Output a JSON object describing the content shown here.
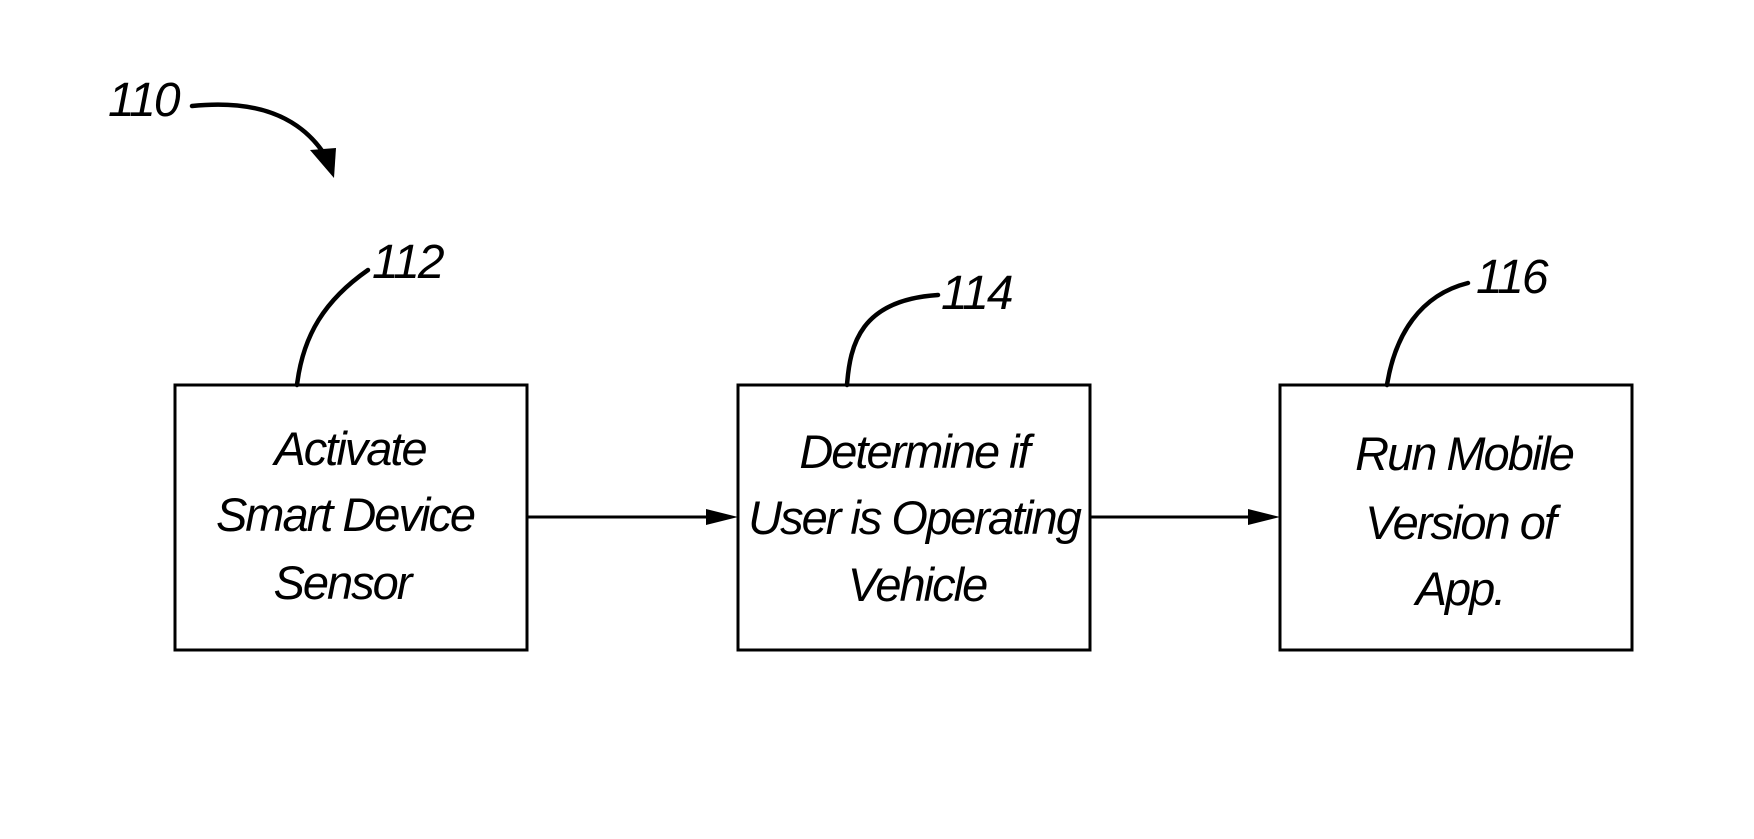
{
  "figure": {
    "ref": "110"
  },
  "steps": [
    {
      "ref": "112",
      "lines": [
        "Activate",
        "Smart Device",
        "Sensor"
      ]
    },
    {
      "ref": "114",
      "lines": [
        "Determine if",
        "User is Operating",
        "Vehicle"
      ]
    },
    {
      "ref": "116",
      "lines": [
        "Run Mobile",
        "Version of",
        "App."
      ]
    }
  ],
  "colors": {
    "ink": "#000000",
    "background": "#ffffff"
  }
}
